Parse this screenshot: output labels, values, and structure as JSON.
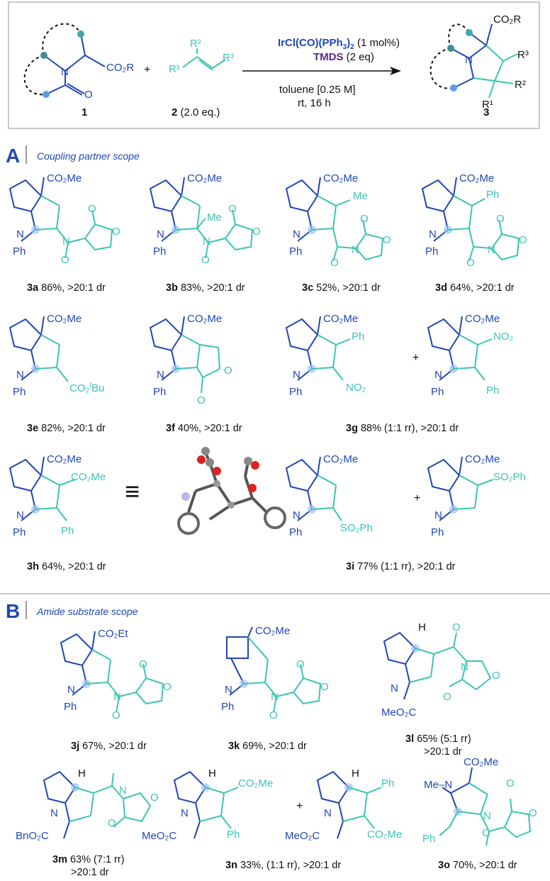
{
  "scheme": {
    "reactant1_label": "1",
    "reactant2_label": "2",
    "reactant2_equiv": " (2.0 eq.)",
    "product_label": "3",
    "plus": "+",
    "catalyst": "IrCl(CO)(PPh",
    "catalyst_sub": "3",
    "catalyst_close": ")",
    "catalyst_sub2": "2",
    "catalyst_loading": " (1 mol%)",
    "reductant": "TMDS",
    "reductant_equiv": " (2 eq)",
    "solvent": "toluene [0.25 M]",
    "conditions": "rt, 16 h",
    "r_group": "CO₂R",
    "r1": "R¹",
    "r2": "R²",
    "r3": "R³"
  },
  "section_a": {
    "letter": "A",
    "title": "Coupling partner scope"
  },
  "section_b": {
    "letter": "B",
    "title": "Amide substrate scope"
  },
  "compounds": {
    "c3a": {
      "id": "3a",
      "text": " 86%, >20:1 dr"
    },
    "c3b": {
      "id": "3b",
      "text": " 83%, >20:1 dr"
    },
    "c3c": {
      "id": "3c",
      "text": " 52%, >20:1 dr"
    },
    "c3d": {
      "id": "3d",
      "text": " 64%, >20:1 dr"
    },
    "c3e": {
      "id": "3e",
      "text": " 82%, >20:1 dr"
    },
    "c3f": {
      "id": "3f",
      "text": " 40%, >20:1 dr"
    },
    "c3g": {
      "id": "3g",
      "text": " 88% (1:1 rr), >20:1 dr"
    },
    "c3h": {
      "id": "3h",
      "text": " 64%, >20:1 dr"
    },
    "c3i": {
      "id": "3i",
      "text": " 77% (1:1 rr), >20:1 dr"
    },
    "c3j": {
      "id": "3j",
      "text": " 67%, >20:1 dr"
    },
    "c3k": {
      "id": "3k",
      "text": " 69%, >20:1 dr"
    },
    "c3l": {
      "id": "3l",
      "text": " 65% (5:1 rr)",
      "line2": ">20:1 dr"
    },
    "c3m": {
      "id": "3m",
      "text": " 63% (7:1 rr)",
      "line2": ">20:1 dr"
    },
    "c3n": {
      "id": "3n",
      "text": " 33%, (1:1 rr), >20:1 dr"
    },
    "c3o": {
      "id": "3o",
      "text": " 70%, >20:1 dr"
    }
  },
  "substituents": {
    "co2me": "CO₂Me",
    "co2et": "CO₂Et",
    "co2tbu_a": "CO₂",
    "co2tbu_sup": "t",
    "co2tbu_b": "Bu",
    "ph": "Ph",
    "me": "Me",
    "no2": "NO₂",
    "so2ph": "SO₂Ph",
    "n": "N",
    "o": "O",
    "h": "H",
    "meo2c": "MeO₂C",
    "bno2c": "BnO₂C"
  },
  "colors": {
    "blue": "#2146b4",
    "teal": "#3cc4b4",
    "purple": "#5a2a91",
    "frame": "#c8c8c8"
  },
  "equivalence_symbol": "≡"
}
